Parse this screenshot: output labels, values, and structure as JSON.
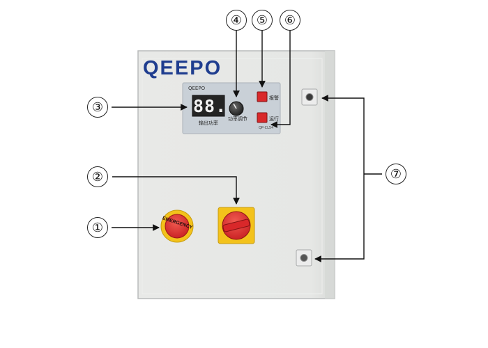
{
  "brand": {
    "logo_text": "QEEPO",
    "panel_text": "QEEPO"
  },
  "control_panel": {
    "display_value": "88.",
    "display_label": "输出功率",
    "knob_label": "功率调节",
    "alarm_label": "报警",
    "run_label": "运行",
    "model_label": "QP-CL54"
  },
  "emergency_button": {
    "text": "EMERGENCY"
  },
  "callouts": [
    "①",
    "②",
    "③",
    "④",
    "⑤",
    "⑥",
    "⑦"
  ],
  "colors": {
    "cabinet": "#e6e7e5",
    "panel": "#c9d0d7",
    "brand": "#1f3d8f",
    "red": "#d9282a",
    "yellow": "#f3c21b"
  }
}
